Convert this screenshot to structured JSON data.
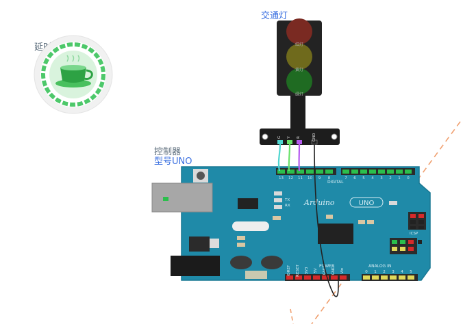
{
  "delay_block": {
    "title": "延时器"
  },
  "traffic_light": {
    "title": "交通灯",
    "lamp_labels": [
      "红灯",
      "黄灯",
      "绿灯"
    ],
    "pin_labels": [
      "G",
      "Y",
      "R",
      "GND"
    ]
  },
  "controller": {
    "title": "控制器",
    "model": "型号UNO"
  },
  "board": {
    "brand": "Arduino",
    "model_badge": "UNO",
    "digital_label": "DIGITAL",
    "power_label": "POWER",
    "analog_label": "ANALOG IN",
    "icsp_label": "ICSP",
    "tx_label": "TX",
    "rx_label": "RX",
    "digital_pins_left": [
      "13",
      "12",
      "11",
      "10",
      "9",
      "8"
    ],
    "digital_pins_right": [
      "7",
      "6",
      "5",
      "4",
      "3",
      "2",
      "1",
      "0"
    ],
    "power_pins": [
      "IOREF",
      "RESET",
      "3V3",
      "5V",
      "GND",
      "GND",
      "Vin"
    ],
    "analog_pins": [
      "0",
      "1",
      "2",
      "3",
      "4",
      "5"
    ]
  },
  "colors": {
    "board": "#1f8aa8",
    "board_dark": "#146c86",
    "wire_g": "#4fd6d0",
    "wire_y": "#6ae26a",
    "wire_r": "#b65bf0",
    "wire_gnd": "#222222",
    "lamp_red": "#7a2a22",
    "lamp_yellow": "#6f6a1c",
    "lamp_green": "#1f6b22",
    "dashed": "#f0a070"
  }
}
